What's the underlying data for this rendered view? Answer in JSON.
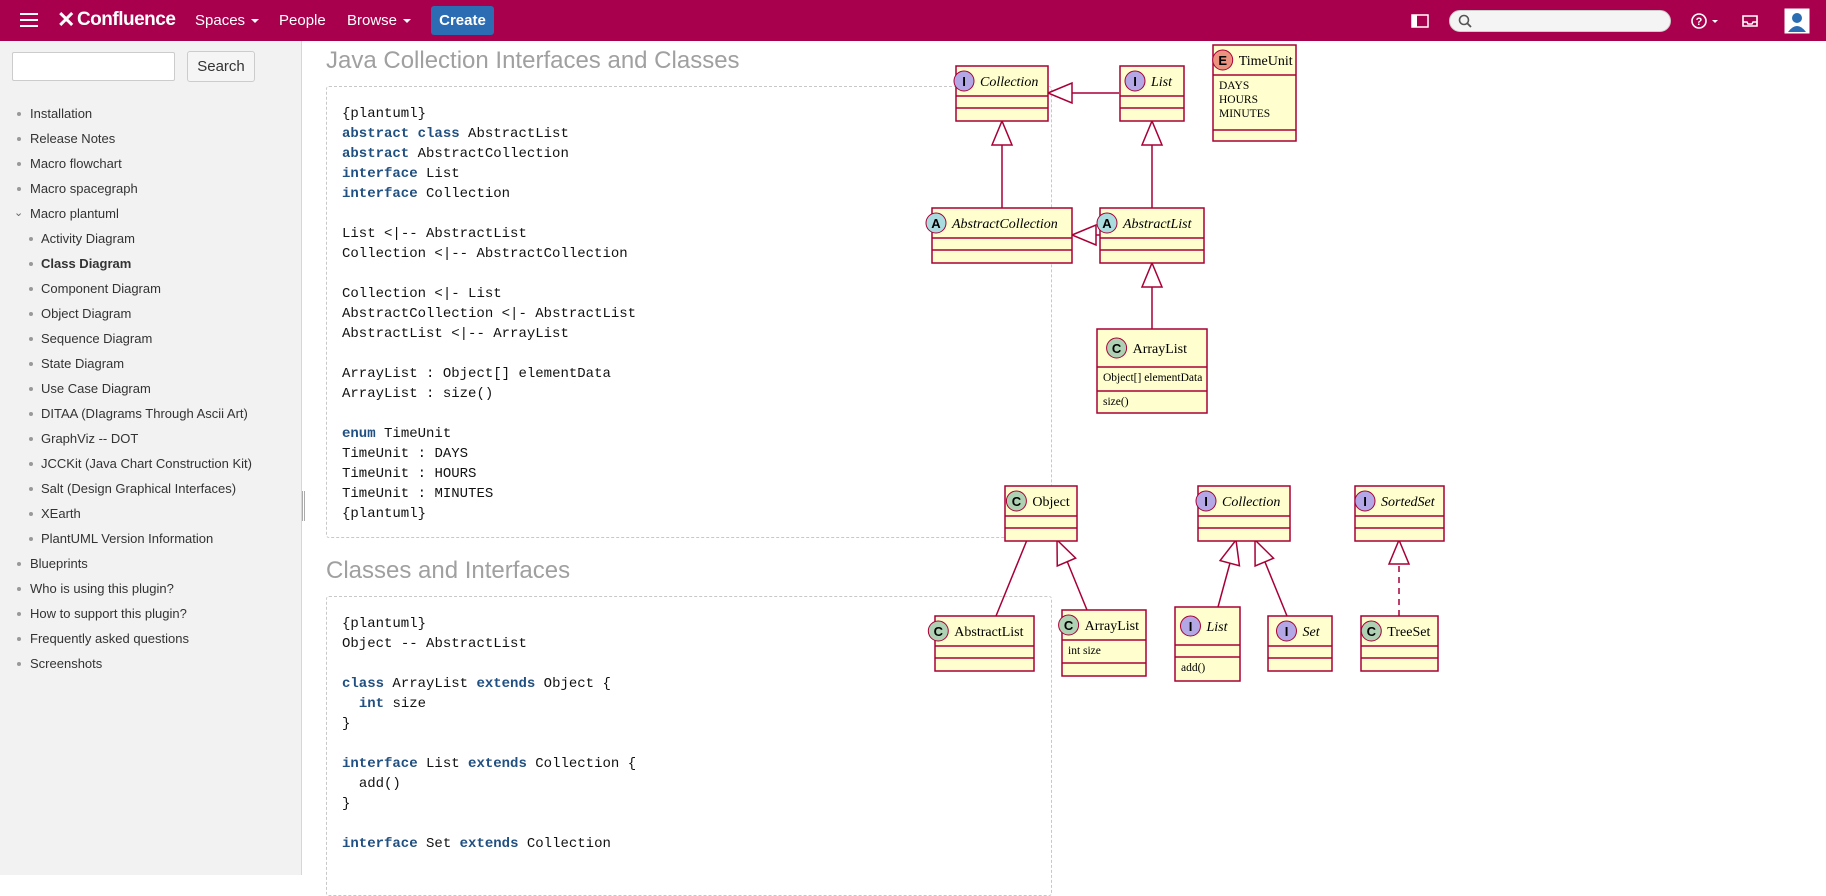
{
  "header": {
    "logo": "Confluence",
    "nav": [
      "Spaces",
      "People",
      "Browse"
    ],
    "create_label": "Create"
  },
  "sidebar": {
    "search_placeholder": "",
    "search_button": "Search",
    "items": [
      {
        "label": "Installation",
        "level": 0
      },
      {
        "label": "Release Notes",
        "level": 0
      },
      {
        "label": "Macro flowchart",
        "level": 0
      },
      {
        "label": "Macro spacegraph",
        "level": 0
      },
      {
        "label": "Macro plantuml",
        "level": 0,
        "expanded": true
      },
      {
        "label": "Activity Diagram",
        "level": 1
      },
      {
        "label": "Class Diagram",
        "level": 1,
        "active": true
      },
      {
        "label": "Component Diagram",
        "level": 1
      },
      {
        "label": "Object Diagram",
        "level": 1
      },
      {
        "label": "Sequence Diagram",
        "level": 1
      },
      {
        "label": "State Diagram",
        "level": 1
      },
      {
        "label": "Use Case Diagram",
        "level": 1
      },
      {
        "label": "DITAA (DIagrams Through Ascii Art)",
        "level": 1
      },
      {
        "label": "GraphViz -- DOT",
        "level": 1
      },
      {
        "label": "JCCKit (Java Chart Construction Kit)",
        "level": 1
      },
      {
        "label": "Salt (Design Graphical Interfaces)",
        "level": 1
      },
      {
        "label": "XEarth",
        "level": 1
      },
      {
        "label": "PlantUML Version Information",
        "level": 1
      },
      {
        "label": "Blueprints",
        "level": 0
      },
      {
        "label": "Who is using this plugin?",
        "level": 0
      },
      {
        "label": "How to support this plugin?",
        "level": 0
      },
      {
        "label": "Frequently asked questions",
        "level": 0
      },
      {
        "label": "Screenshots",
        "level": 0
      }
    ]
  },
  "sections": [
    {
      "title": "Java Collection Interfaces and Classes",
      "code": [
        "{plantuml}",
        "abstract class AbstractList",
        "abstract AbstractCollection",
        "interface List",
        "interface Collection",
        "",
        "List <|-- AbstractList",
        "Collection <|-- AbstractCollection",
        "",
        "Collection <|- List",
        "AbstractCollection <|- AbstractList",
        "AbstractList <|-- ArrayList",
        "",
        "ArrayList : Object[] elementData",
        "ArrayList : size()",
        "",
        "enum TimeUnit",
        "TimeUnit : DAYS",
        "TimeUnit : HOURS",
        "TimeUnit : MINUTES",
        "{plantuml}"
      ]
    },
    {
      "title": "Classes and Interfaces",
      "code": [
        "{plantuml}",
        "Object -- AbstractList",
        "",
        "class ArrayList extends Object {",
        "  int size",
        "}",
        "",
        "interface List extends Collection {",
        "  add()",
        "}",
        "",
        "interface Set extends Collection"
      ]
    }
  ],
  "diagram1": {
    "collection": {
      "stereo": "I",
      "name": "Collection"
    },
    "list": {
      "stereo": "I",
      "name": "List"
    },
    "timeunit": {
      "stereo": "E",
      "name": "TimeUnit",
      "members": [
        "DAYS",
        "HOURS",
        "MINUTES"
      ]
    },
    "abstractcollection": {
      "stereo": "A",
      "name": "AbstractCollection"
    },
    "abstractlist": {
      "stereo": "A",
      "name": "AbstractList"
    },
    "arraylist": {
      "stereo": "C",
      "name": "ArrayList",
      "field": "Object[] elementData",
      "method": "size()"
    }
  },
  "diagram2": {
    "object": {
      "stereo": "C",
      "name": "Object"
    },
    "collection": {
      "stereo": "I",
      "name": "Collection"
    },
    "sortedset": {
      "stereo": "I",
      "name": "SortedSet"
    },
    "abstractlist": {
      "stereo": "C",
      "name": "AbstractList"
    },
    "arraylist": {
      "stereo": "C",
      "name": "ArrayList",
      "field": "int size"
    },
    "list": {
      "stereo": "I",
      "name": "List",
      "method": "add()"
    },
    "set": {
      "stereo": "I",
      "name": "Set"
    },
    "treeset": {
      "stereo": "C",
      "name": "TreeSet"
    }
  },
  "colors": {
    "brand": "#a8004d",
    "create": "#2b6cb3",
    "uml_fill": "#fefece",
    "uml_border": "#a80036",
    "interface_circle": "#b4a7e5",
    "class_circle": "#add1b2",
    "abstract_circle": "#a9dcdf",
    "enum_circle": "#eb937f"
  }
}
